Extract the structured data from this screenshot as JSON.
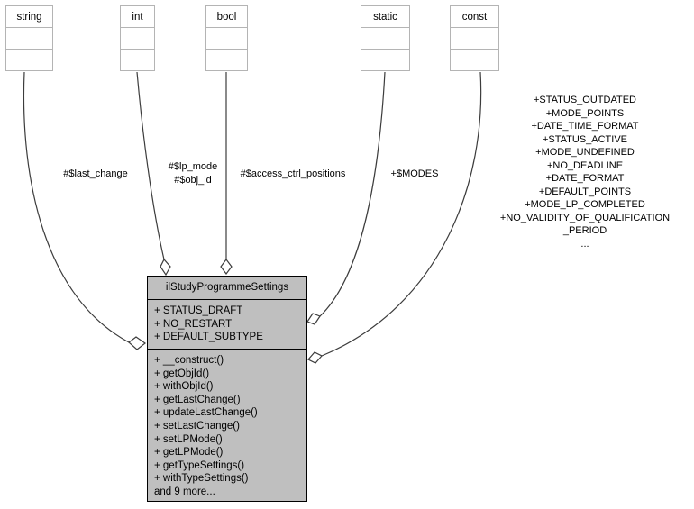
{
  "colors": {
    "background": "#ffffff",
    "class_fill": "#bfbfbf",
    "class_border": "#000000",
    "node_fill": "#ffffff",
    "node_border": "#b4b4b4",
    "edge": "#3c3c3c",
    "text": "#000000"
  },
  "nodes": [
    {
      "label": "string"
    },
    {
      "label": "int"
    },
    {
      "label": "bool"
    },
    {
      "label": "static"
    },
    {
      "label": "const"
    }
  ],
  "class_box": {
    "title": "ilStudyProgrammeSettings",
    "attributes": [
      "+ STATUS_DRAFT",
      "+ NO_RESTART",
      "+ DEFAULT_SUBTYPE"
    ],
    "methods": [
      "+ __construct()",
      "+ getObjId()",
      "+ withObjId()",
      "+ getLastChange()",
      "+ updateLastChange()",
      "+ setLastChange()",
      "+ setLPMode()",
      "+ getLPMode()",
      "+ getTypeSettings()",
      "+ withTypeSettings()",
      "and 9 more..."
    ]
  },
  "edge_labels": {
    "string": "#$last_change",
    "int_lines": [
      "#$lp_mode",
      "#$obj_id"
    ],
    "bool": "#$access_ctrl_positions",
    "static": "+$MODES",
    "const_lines": [
      "+STATUS_OUTDATED",
      "+MODE_POINTS",
      "+DATE_TIME_FORMAT",
      "+STATUS_ACTIVE",
      "+MODE_UNDEFINED",
      "+NO_DEADLINE",
      "+DATE_FORMAT",
      "+DEFAULT_POINTS",
      "+MODE_LP_COMPLETED",
      "+NO_VALIDITY_OF_QUALIFICATION",
      "_PERIOD",
      "..."
    ]
  }
}
